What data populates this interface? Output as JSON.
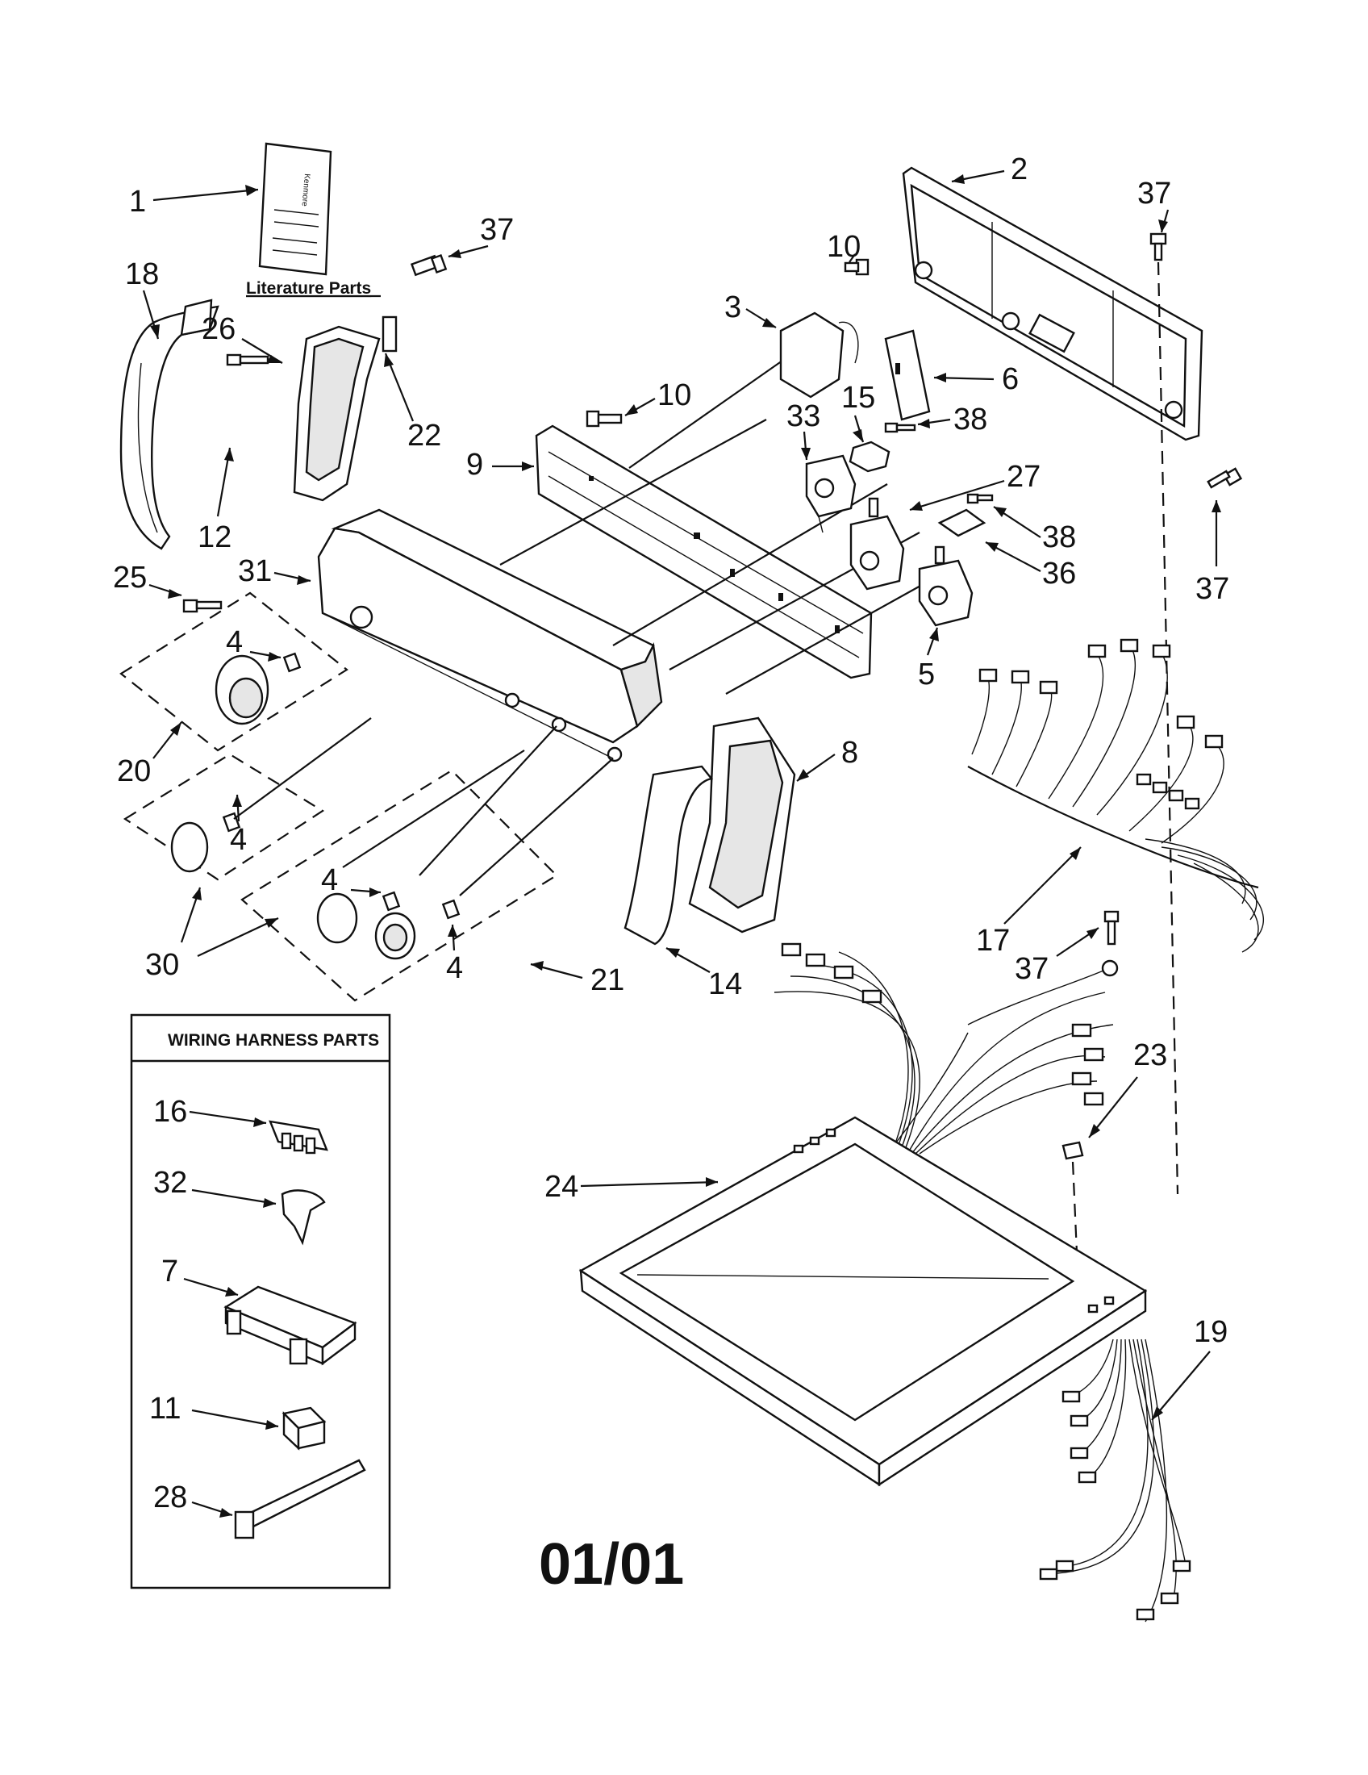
{
  "literature_label": "Literature Parts",
  "wiring_box_title": "WIRING HARNESS PARTS",
  "page_number": "01/01",
  "booklet_brand": "Kenmore",
  "callouts": {
    "c1": "1",
    "c2": "2",
    "c3": "3",
    "c4a": "4",
    "c4b": "4",
    "c4c": "4",
    "c4d": "4",
    "c5": "5",
    "c6": "6",
    "c7": "7",
    "c8": "8",
    "c9": "9",
    "c10a": "10",
    "c10b": "10",
    "c11": "11",
    "c12": "12",
    "c14": "14",
    "c15": "15",
    "c16": "16",
    "c17": "17",
    "c18": "18",
    "c19": "19",
    "c20": "20",
    "c21": "21",
    "c22": "22",
    "c23": "23",
    "c24": "24",
    "c25": "25",
    "c26": "26",
    "c27": "27",
    "c28": "28",
    "c30": "30",
    "c31": "31",
    "c32": "32",
    "c33": "33",
    "c36": "36",
    "c37a": "37",
    "c37b": "37",
    "c37c": "37",
    "c37d": "37",
    "c38a": "38",
    "c38b": "38"
  }
}
